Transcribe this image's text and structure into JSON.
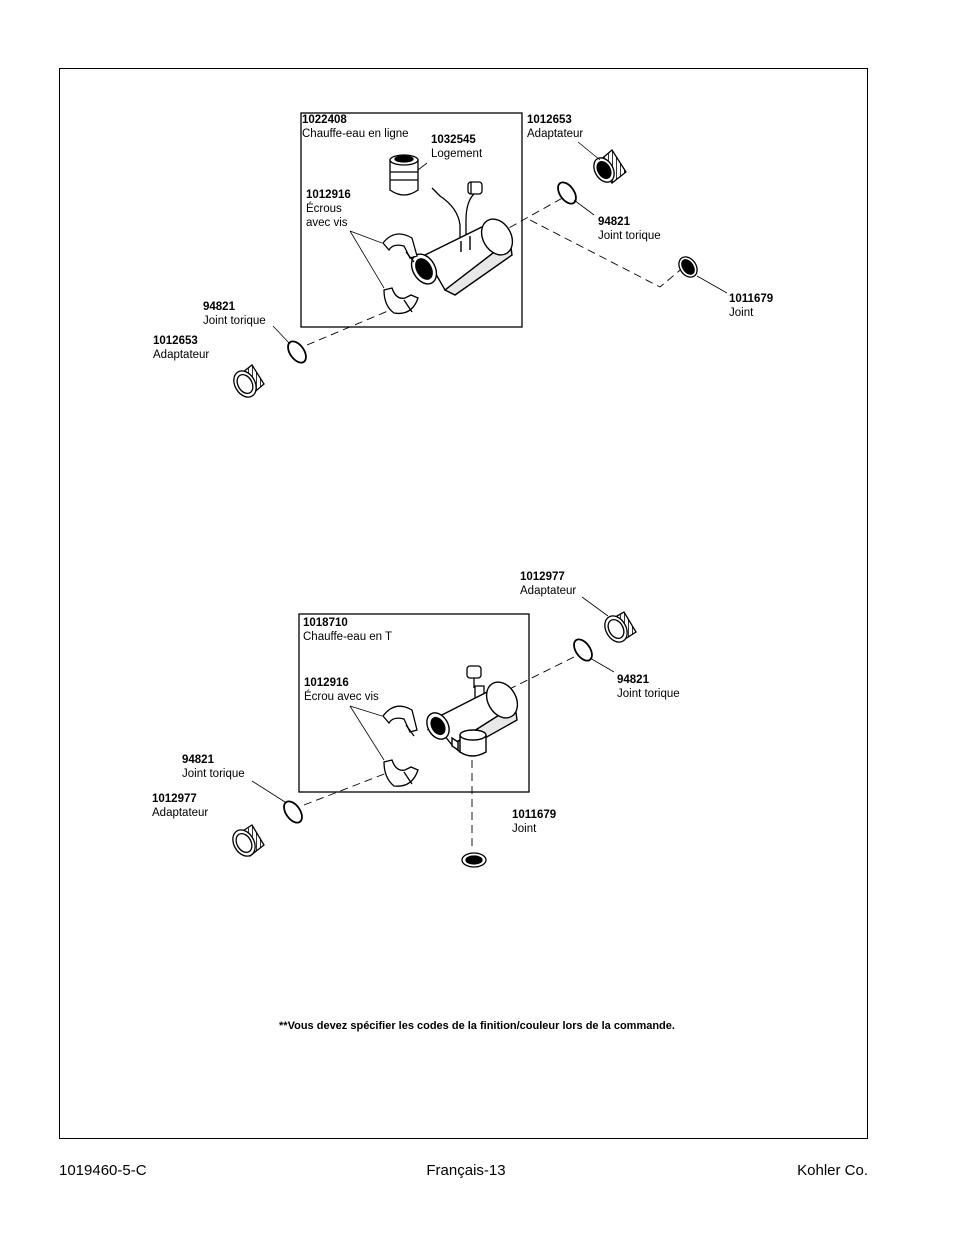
{
  "diagram_top": {
    "heater": {
      "num": "1022408",
      "desc": "Chauffe-eau en ligne"
    },
    "housing": {
      "num": "1032545",
      "desc": "Logement"
    },
    "nuts": {
      "num": "1012916",
      "desc1": "Écrous",
      "desc2": "avec vis"
    },
    "adapter_right": {
      "num": "1012653",
      "desc": "Adaptateur"
    },
    "oring_right": {
      "num": "94821",
      "desc": "Joint torique"
    },
    "gasket": {
      "num": "1011679",
      "desc": "Joint"
    },
    "oring_left": {
      "num": "94821",
      "desc": "Joint torique"
    },
    "adapter_left": {
      "num": "1012653",
      "desc": "Adaptateur"
    }
  },
  "diagram_bottom": {
    "adapter_right": {
      "num": "1012977",
      "desc": "Adaptateur"
    },
    "heater": {
      "num": "1018710",
      "desc": "Chauffe-eau en T"
    },
    "nut": {
      "num": "1012916",
      "desc": "Écrou avec vis"
    },
    "oring_right": {
      "num": "94821",
      "desc": "Joint torique"
    },
    "oring_left": {
      "num": "94821",
      "desc": "Joint torique"
    },
    "adapter_left": {
      "num": "1012977",
      "desc": "Adaptateur"
    },
    "gasket": {
      "num": "1011679",
      "desc": "Joint"
    }
  },
  "note": "**Vous devez spécifier les codes de la finition/couleur lors de la commande.",
  "footer": {
    "doc_number": "1019460-5-C",
    "page": "Français-13",
    "company": "Kohler Co."
  }
}
